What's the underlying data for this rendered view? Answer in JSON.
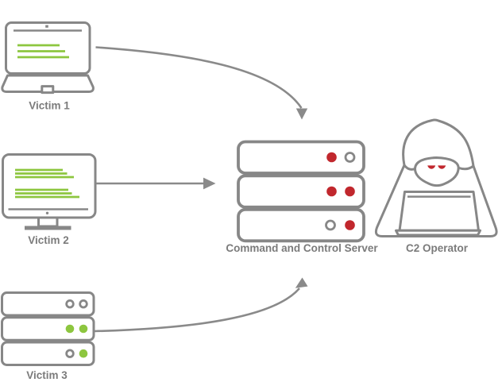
{
  "diagram": {
    "description": "Command and control botnet diagram: three victim machines report to a C2 server monitored by a hooded operator",
    "colors": {
      "outline_gray": "#878787",
      "label_gray": "#7b7b7b",
      "terminal_green": "#8dc63f",
      "alert_red": "#c1272d"
    },
    "nodes": {
      "victim1": {
        "label": "Victim 1",
        "type": "laptop",
        "screen": "green terminal lines"
      },
      "victim2": {
        "label": "Victim 2",
        "type": "desktop-monitor",
        "screen": "green terminal lines"
      },
      "victim3": {
        "label": "Victim 3",
        "type": "server-rack",
        "led_rows": [
          [
            "gray-ring",
            "gray-ring"
          ],
          [
            "green",
            "green"
          ],
          [
            "gray-ring",
            "green"
          ]
        ]
      },
      "c2_server": {
        "label": "Command and Control Server",
        "type": "server-rack",
        "led_rows": [
          [
            "red",
            "gray-ring"
          ],
          [
            "red",
            "red"
          ],
          [
            "gray-ring",
            "red"
          ]
        ]
      },
      "operator": {
        "label": "C2 Operator",
        "type": "hooded-hacker-with-laptop",
        "eyes": "red"
      }
    },
    "edges": [
      {
        "from": "victim1",
        "to": "c2_server",
        "shape": "curve-down",
        "arrowhead": "down"
      },
      {
        "from": "victim2",
        "to": "c2_server",
        "shape": "straight",
        "arrowhead": "right"
      },
      {
        "from": "victim3",
        "to": "c2_server",
        "shape": "curve-up",
        "arrowhead": "up"
      }
    ]
  }
}
